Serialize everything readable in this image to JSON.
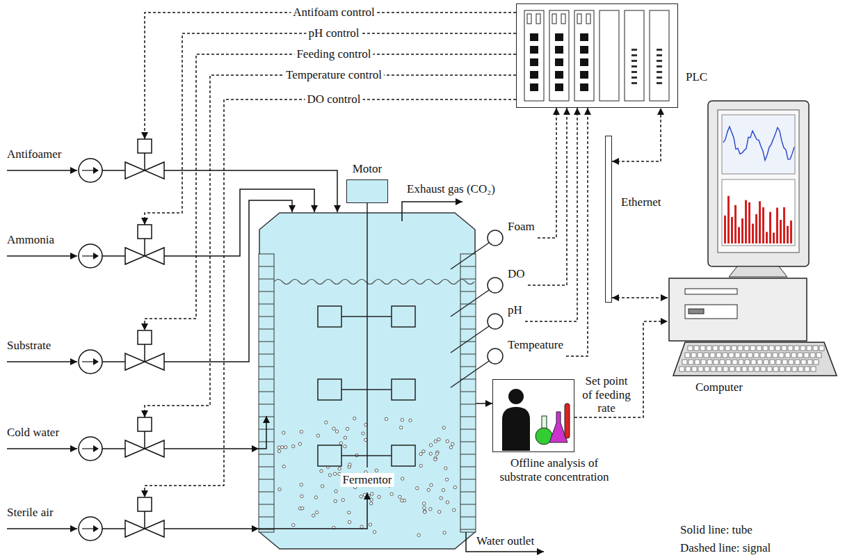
{
  "diagram": {
    "nodes": [
      {
        "text": [
          "PLC"
        ]
      },
      {
        "text": [
          "Antifoamer"
        ]
      },
      {
        "text": [
          "Ammonia"
        ]
      },
      {
        "text": [
          "Substrate"
        ]
      },
      {
        "text": [
          "Cold water"
        ]
      },
      {
        "text": [
          "Sterile air"
        ]
      },
      {
        "text": [
          "Motor"
        ]
      },
      {
        "text": [
          "Fermentor"
        ]
      },
      {
        "text": [
          "Foam"
        ]
      },
      {
        "text": [
          "DO"
        ]
      },
      {
        "text": [
          "pH"
        ]
      },
      {
        "text": [
          "Tempeature"
        ]
      },
      {
        "text": [
          "Ethernet"
        ]
      },
      {
        "text": [
          "Computer"
        ]
      },
      {
        "text": [
          "Offline analysis of substrate concentration"
        ]
      }
    ],
    "edges": [
      {
        "from": 0,
        "to": 1,
        "arrow": "to",
        "label": "Antifoam control"
      },
      {
        "from": 0,
        "to": 2,
        "arrow": "to",
        "label": "pH control"
      },
      {
        "from": 0,
        "to": 3,
        "arrow": "to",
        "label": "Feeding control"
      },
      {
        "from": 0,
        "to": 4,
        "arrow": "to",
        "label": "Temperature control"
      },
      {
        "from": 0,
        "to": 5,
        "arrow": "to",
        "label": "DO control"
      },
      {
        "from": 1,
        "to": 7,
        "arrow": "to"
      },
      {
        "from": 2,
        "to": 7,
        "arrow": "to"
      },
      {
        "from": 3,
        "to": 7,
        "arrow": "to"
      },
      {
        "from": 4,
        "to": 7,
        "arrow": "to"
      },
      {
        "from": 5,
        "to": 7,
        "arrow": "to"
      },
      {
        "from": 8,
        "to": 0,
        "arrow": "to"
      },
      {
        "from": 9,
        "to": 0,
        "arrow": "to"
      },
      {
        "from": 10,
        "to": 0,
        "arrow": "to"
      },
      {
        "from": 11,
        "to": 0,
        "arrow": "to"
      },
      {
        "from": 12,
        "to": 0,
        "arrow": "both"
      },
      {
        "from": 12,
        "to": 13,
        "arrow": "both"
      },
      {
        "from": 7,
        "to": 14,
        "arrow": "to"
      },
      {
        "from": 14,
        "to": 13,
        "arrow": "to",
        "label": "Set point of feeding rate"
      }
    ],
    "labels": [
      "Exhaust gas (CO₂)",
      "Water outlet"
    ],
    "legend": [
      {
        "text": "Solid line: tube"
      },
      {
        "text": "Dashed line: signal"
      }
    ]
  }
}
